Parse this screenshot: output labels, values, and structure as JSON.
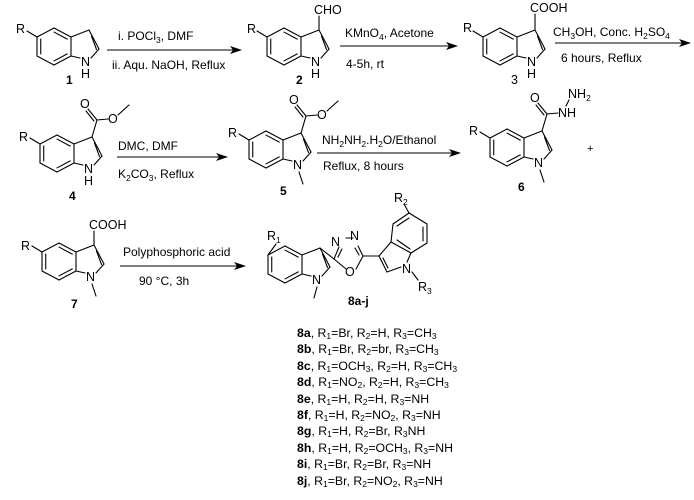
{
  "scheme": {
    "compounds": [
      {
        "id": "1",
        "label": "1",
        "substituent": "R",
        "ring_atoms": {
          "N": "N",
          "H": "H"
        }
      },
      {
        "id": "2",
        "label": "2",
        "substituent": "R",
        "group": "CHO",
        "ring_atoms": {
          "N": "N",
          "H": "H"
        }
      },
      {
        "id": "3",
        "label": "3",
        "substituent": "R",
        "group": "COOH",
        "ring_atoms": {
          "N": "N",
          "H": "H"
        }
      },
      {
        "id": "4",
        "label": "4",
        "substituent": "R",
        "group_O1": "O",
        "group_O2": "O",
        "ring_atoms": {
          "N": "N",
          "H": "H"
        }
      },
      {
        "id": "5",
        "label": "5",
        "substituent": "R",
        "group_O1": "O",
        "group_O2": "O",
        "ring_atoms": {
          "N": "N"
        }
      },
      {
        "id": "6",
        "label": "6",
        "substituent": "R",
        "group_O": "O",
        "group_NH": "NH",
        "group_NH2": "NH",
        "group_NH2_sub": "2",
        "ring_atoms": {
          "N": "N"
        }
      },
      {
        "id": "7",
        "label": "7",
        "substituent": "R",
        "group": "COOH",
        "ring_atoms": {
          "N": "N"
        }
      },
      {
        "id": "8",
        "label": "8a-j",
        "R1": "R",
        "R1_sub": "1",
        "R2": "R",
        "R2_sub": "2",
        "R3": "R",
        "R3_sub": "3",
        "oxadiazole": {
          "N1": "N",
          "N2": "N",
          "O": "O"
        },
        "N_left": "N",
        "N_right": "N"
      }
    ],
    "plus_sign": "+",
    "reactions": [
      {
        "step": 1,
        "above": {
          "parts": [
            "i. POCl",
            "3",
            ", DMF"
          ]
        },
        "below": {
          "text": "ii. Aqu. NaOH, Reflux"
        }
      },
      {
        "step": 2,
        "above": {
          "parts": [
            "KMnO",
            "4",
            ", Acetone"
          ]
        },
        "below": {
          "text": "4-5h, rt"
        }
      },
      {
        "step": 3,
        "above": {
          "parts": [
            "CH",
            "3",
            "OH, Conc. H",
            "2",
            "SO",
            "4"
          ]
        },
        "below": {
          "text": "6 hours, Reflux"
        }
      },
      {
        "step": 4,
        "above": {
          "text": "DMC, DMF"
        },
        "below": {
          "parts": [
            "K",
            "2",
            "CO",
            "3",
            ", Reflux"
          ]
        }
      },
      {
        "step": 5,
        "above": {
          "parts": [
            "NH",
            "2",
            "NH",
            "2",
            ".H",
            "2",
            "O/Ethanol"
          ]
        },
        "below": {
          "text": "Reflux, 8 hours"
        }
      },
      {
        "step": 6,
        "above": {
          "text": "Polyphosphoric acid"
        },
        "below": {
          "text": "90 °C, 3h"
        }
      }
    ],
    "derivatives": [
      {
        "id": "8a",
        "R1": "Br",
        "R2": "H",
        "R3": "CH3"
      },
      {
        "id": "8b",
        "R1": "Br",
        "R2": "br",
        "R3": "CH3"
      },
      {
        "id": "8c",
        "R1": "OCH3",
        "R2": "H",
        "R3": "CH3"
      },
      {
        "id": "8d",
        "R1": "NO2",
        "R2": "H",
        "R3": "CH3"
      },
      {
        "id": "8e",
        "R1": "H",
        "R2": "H",
        "R3": "NH"
      },
      {
        "id": "8f",
        "R1": "H",
        "R2": "NO2",
        "R3": "NH"
      },
      {
        "id": "8g",
        "R1": "H",
        "R2": "Br",
        "R3": "NH",
        "note": "R3 written without '='"
      },
      {
        "id": "8h",
        "R1": "H",
        "R2": "OCH3",
        "R3": "NH"
      },
      {
        "id": "8i",
        "R1": "Br",
        "R2": "Br",
        "R3": "NH"
      },
      {
        "id": "8j",
        "R1": "Br",
        "R2": "NO2",
        "R3": "NH"
      }
    ],
    "derivative_lines": [
      {
        "id": "8a",
        "t": [
          ", R",
          "1",
          "=Br, R",
          "2",
          "=H, R",
          "3",
          "=CH",
          "3",
          ""
        ]
      },
      {
        "id": "8b",
        "t": [
          ", R",
          "1",
          "=Br, R",
          "2",
          "=br, R",
          "3",
          "=CH",
          "3",
          ""
        ]
      },
      {
        "id": "8c",
        "t": [
          ", R",
          "1",
          "=OCH",
          "3",
          ", R",
          "2",
          "=H, R",
          "3",
          "=CH",
          "3",
          ""
        ]
      },
      {
        "id": "8d",
        "t": [
          ", R",
          "1",
          "=NO",
          "2",
          ", R",
          "2",
          "=H, R",
          "3",
          "=CH",
          "3",
          ""
        ]
      },
      {
        "id": "8e",
        "t": [
          ", R",
          "1",
          "=H, R",
          "2",
          "=H, R",
          "3",
          "=NH"
        ]
      },
      {
        "id": "8f",
        "t": [
          ", R",
          "1",
          "=H, R",
          "2",
          "=NO",
          "2",
          ", R",
          "3",
          "=NH"
        ]
      },
      {
        "id": "8g",
        "t": [
          ", R",
          "1",
          "=H, R",
          "2",
          "=Br, R",
          "3",
          "NH"
        ]
      },
      {
        "id": "8h",
        "t": [
          ", R",
          "1",
          "=H, R",
          "2",
          "=OCH",
          "3",
          ", R",
          "3",
          "=NH"
        ]
      },
      {
        "id": "8i",
        "t": [
          ", R",
          "1",
          "=Br, R",
          "2",
          "=Br, R",
          "3",
          "=NH"
        ]
      },
      {
        "id": "8j",
        "t": [
          ", R",
          "1",
          "=Br, R",
          "2",
          "=NO",
          "2",
          ", R",
          "3",
          "=NH"
        ]
      }
    ]
  }
}
